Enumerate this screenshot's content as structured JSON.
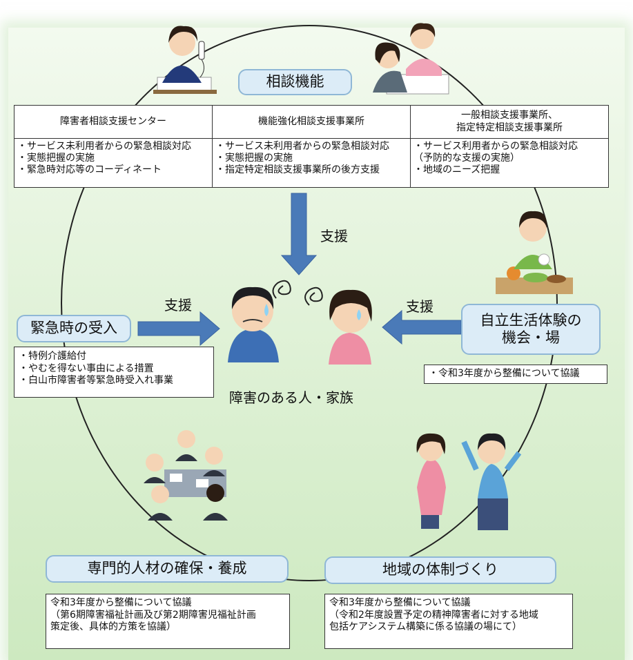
{
  "consult": {
    "title": "相談機能",
    "columns": [
      {
        "header": [
          "障害者相談支援センター"
        ],
        "items": [
          "・サービス未利用者からの緊急相談対応",
          "・実態把握の実施",
          "・緊急時対応等のコーディネート"
        ]
      },
      {
        "header": [
          "機能強化相談支援事業所"
        ],
        "items": [
          "・サービス未利用者からの緊急相談対応",
          "・実態把握の実施",
          "・指定特定相談支援事業所の後方支援"
        ]
      },
      {
        "header": [
          "一般相談支援事業所、",
          "指定特定相談支援事業所"
        ],
        "items": [
          "・サービス利用者からの緊急相談対応",
          "（予防的な支援の実施）",
          "・地域のニーズ把握"
        ]
      }
    ]
  },
  "support_labels": {
    "top": "支援",
    "left": "支援",
    "right": "支援"
  },
  "center": {
    "label": "障害のある人・家族"
  },
  "emergency": {
    "title": "緊急時の受入",
    "items": [
      "・特例介護給付",
      "・やむを得ない事由による措置",
      "・白山市障害者等緊急時受入れ事業"
    ]
  },
  "independent": {
    "title_lines": [
      "自立生活体験の",
      "機会・場"
    ],
    "note": "・令和3年度から整備について協議"
  },
  "personnel": {
    "title": "専門的人材の確保・養成",
    "note_lines": [
      "令和3年度から整備について協議",
      "（第6期障害福祉計画及び第2期障害児福祉計画",
      "策定後、具体的方策を協議）"
    ]
  },
  "community": {
    "title": "地域の体制づくり",
    "note_lines": [
      "令和3年度から整備について協議",
      "（令和2年度設置予定の精神障害者に対する地域",
      "包括ケアシステム構築に係る協議の場にて）"
    ]
  },
  "colors": {
    "arrow": "#4a7ab8",
    "pill_fill": "#dcecf7",
    "pill_border": "#8fb7d6"
  }
}
